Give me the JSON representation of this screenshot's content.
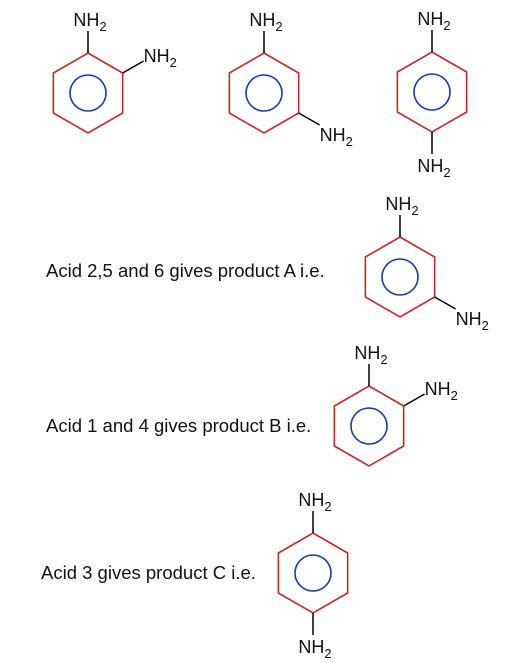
{
  "colors": {
    "ring": "#c0282d",
    "aromatic_circle": "#1a3aa0",
    "bond": "#000000",
    "text": "#111111"
  },
  "labels": {
    "nh2_text": "NH",
    "nh2_subscript": "2"
  },
  "molecules": [
    {
      "id": "top-ortho",
      "isomer": "ortho"
    },
    {
      "id": "top-meta",
      "isomer": "meta"
    },
    {
      "id": "top-para",
      "isomer": "para"
    },
    {
      "id": "product-a",
      "isomer": "meta"
    },
    {
      "id": "product-b",
      "isomer": "ortho"
    },
    {
      "id": "product-c",
      "isomer": "para"
    }
  ],
  "captions": {
    "a": "Acid 2,5 and 6 gives product A i.e.",
    "b": "Acid 1 and 4 gives product B i.e.",
    "c": "Acid 3  gives product C i.e."
  }
}
